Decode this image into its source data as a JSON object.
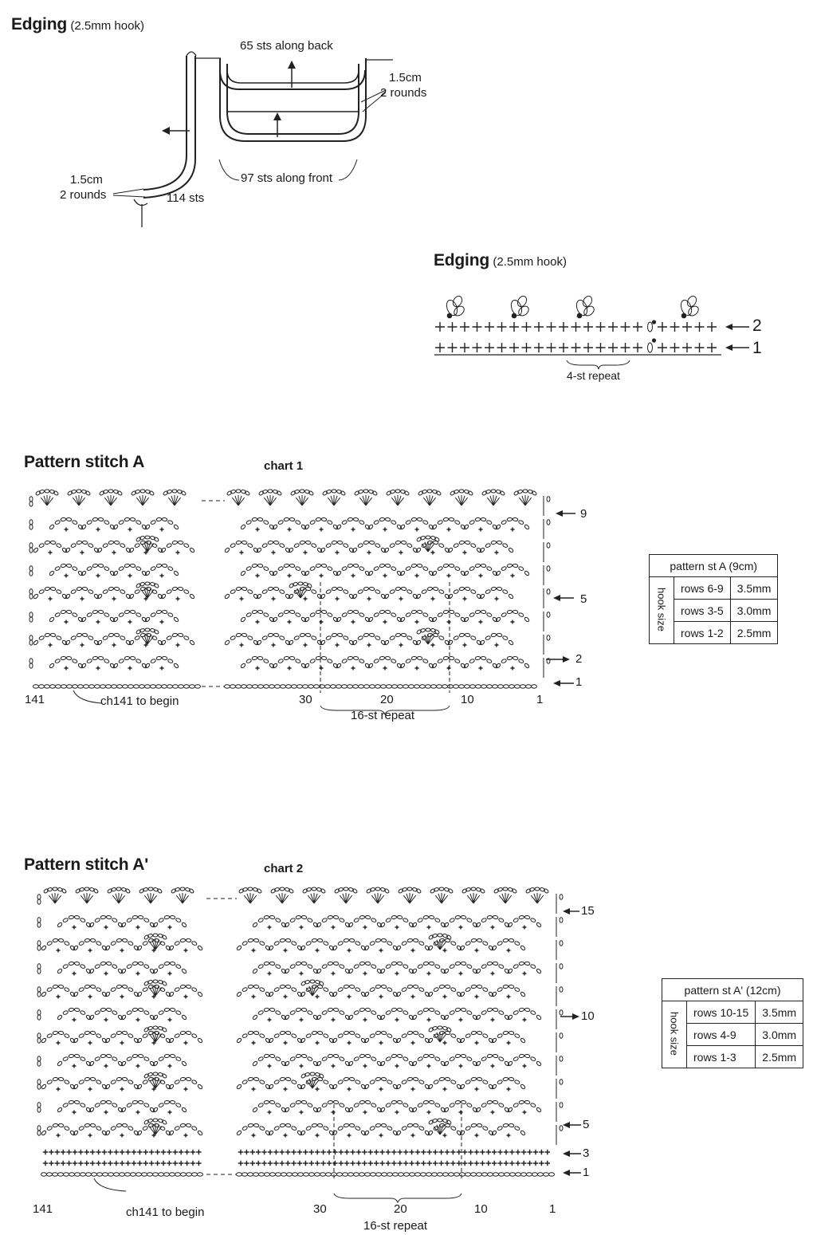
{
  "edging_diagram": {
    "title": "Edging",
    "subtitle": "(2.5mm hook)",
    "back_label": "65 sts along back",
    "right_depth": "1.5cm",
    "right_rounds": "2 rounds",
    "left_depth": "1.5cm",
    "left_rounds": "2 rounds",
    "sts_114": "114 sts",
    "front_label": "97 sts along front"
  },
  "edging_chart": {
    "title": "Edging",
    "subtitle": "(2.5mm hook)",
    "row_labels": [
      "2",
      "1"
    ],
    "repeat_label": "4-st repeat"
  },
  "chart1": {
    "section_title": "Pattern stitch A",
    "chart_title": "chart 1",
    "row_labels": [
      "9",
      "5",
      "2",
      "1"
    ],
    "stitch_labels": [
      "141",
      "30",
      "20",
      "10",
      "1"
    ],
    "begin_label": "ch141 to begin",
    "repeat_label": "16-st repeat",
    "table": {
      "header": "pattern st A (9cm)",
      "side_label": "hook size",
      "rows": [
        {
          "rows": "rows 6-9",
          "size": "3.5mm"
        },
        {
          "rows": "rows 3-5",
          "size": "3.0mm"
        },
        {
          "rows": "rows 1-2",
          "size": "2.5mm"
        }
      ]
    }
  },
  "chart2": {
    "section_title": "Pattern stitch A'",
    "chart_title": "chart 2",
    "row_labels": [
      "15",
      "10",
      "5",
      "3",
      "1"
    ],
    "stitch_labels": [
      "141",
      "30",
      "20",
      "10",
      "1"
    ],
    "begin_label": "ch141 to begin",
    "repeat_label": "16-st repeat",
    "table": {
      "header": "pattern st A' (12cm)",
      "side_label": "hook size",
      "rows": [
        {
          "rows": "rows 10-15",
          "size": "3.5mm"
        },
        {
          "rows": "rows 4-9",
          "size": "3.0mm"
        },
        {
          "rows": "rows 1-3",
          "size": "2.5mm"
        }
      ]
    }
  }
}
